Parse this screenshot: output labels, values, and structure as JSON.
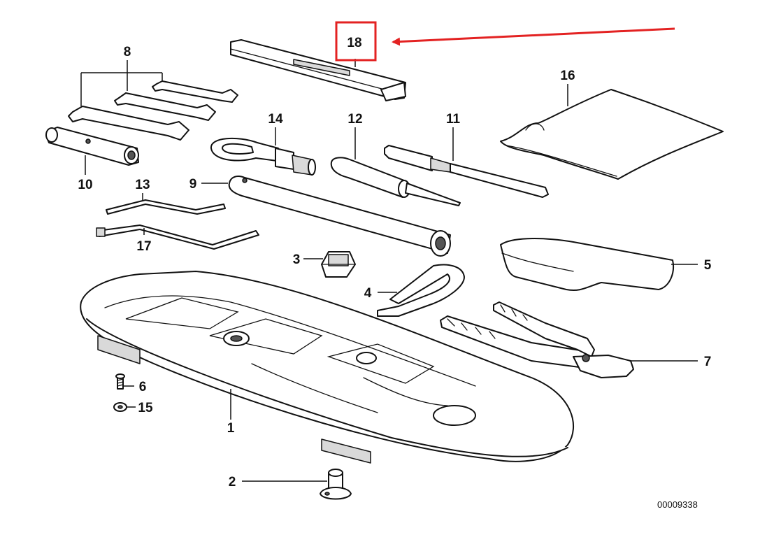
{
  "callouts": {
    "c1": "1",
    "c2": "2",
    "c3": "3",
    "c4": "4",
    "c5": "5",
    "c6": "6",
    "c7": "7",
    "c8": "8",
    "c9": "9",
    "c10": "10",
    "c11": "11",
    "c12": "12",
    "c13": "13",
    "c14": "14",
    "c15": "15",
    "c16": "16",
    "c17": "17",
    "c18": "18"
  },
  "reference_number": "00009338",
  "highlight": {
    "color": "#e32222",
    "target": "18"
  }
}
